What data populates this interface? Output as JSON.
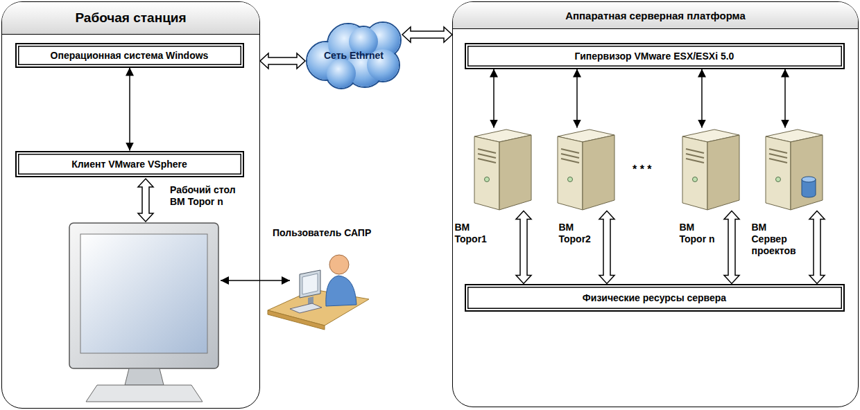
{
  "diagram": {
    "nodes": [
      {
        "text": [
          "Рабочая станция"
        ]
      },
      {
        "text": [
          "Операционная система Windows"
        ],
        "in": 0
      },
      {
        "text": [
          "Клиент VMware VSphere"
        ],
        "in": 0
      },
      {
        "text": [
          "Сеть Ethrnet"
        ]
      },
      {
        "text": [
          "Аппаратная серверная платформа"
        ]
      },
      {
        "text": [
          "Гипервизор VMware ESX/ESXi 5.0"
        ],
        "in": 4
      },
      {
        "text": [
          "ВМ Topor1"
        ],
        "in": 4
      },
      {
        "text": [
          "ВМ Topor2"
        ],
        "in": 4
      },
      {
        "text": [
          "ВМ Topor n"
        ],
        "in": 4
      },
      {
        "text": [
          "ВМ Сервер проектов"
        ],
        "in": 4
      },
      {
        "text": [
          "Физические ресурсы сервера"
        ],
        "in": 4
      }
    ],
    "edges": [
      {
        "from": 1,
        "to": 2,
        "arrow": "both"
      },
      {
        "from": 0,
        "to": 3,
        "arrow": "both"
      },
      {
        "from": 3,
        "to": 4,
        "arrow": "both"
      },
      {
        "from": 5,
        "to": 6,
        "arrow": "both"
      },
      {
        "from": 5,
        "to": 7,
        "arrow": "both"
      },
      {
        "from": 5,
        "to": 8,
        "arrow": "both"
      },
      {
        "from": 5,
        "to": 9,
        "arrow": "both"
      },
      {
        "from": 6,
        "to": 10,
        "arrow": "both"
      },
      {
        "from": 7,
        "to": 10,
        "arrow": "both"
      },
      {
        "from": 8,
        "to": 10,
        "arrow": "both"
      },
      {
        "from": 9,
        "to": 10,
        "arrow": "both"
      }
    ],
    "labels": [
      "Рабочий стол ВМ Topor n",
      "Пользователь САПР",
      "* * *"
    ]
  }
}
